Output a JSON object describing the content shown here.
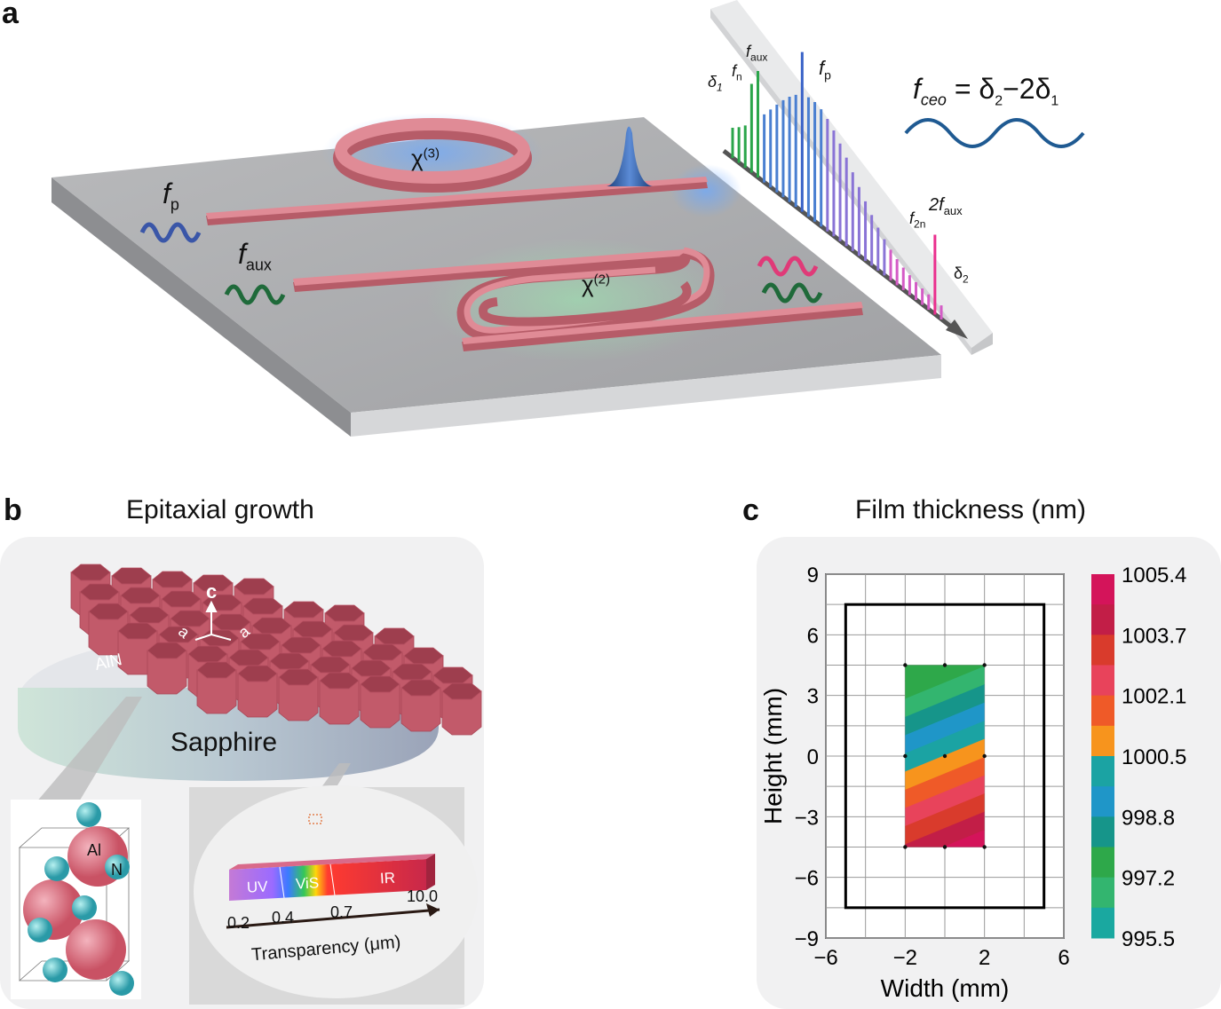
{
  "panel_a": {
    "letter": "a",
    "labels": {
      "fp_in": "f",
      "fp_in_sub": "p",
      "faux_in": "f",
      "faux_in_sub": "aux",
      "chi3": "χ",
      "chi3_sup": "(3)",
      "chi2": "χ",
      "chi2_sup": "(2)",
      "fceo": "f",
      "fceo_sub": "ceo",
      "fceo_eq": "= δ",
      "fceo_eq_sub1": "2",
      "fceo_minus": "−2δ",
      "fceo_eq_sub2": "1",
      "delta1": "δ",
      "delta1_sub": "1",
      "fn": "f",
      "fn_sub": "n",
      "faux_spec": "f",
      "faux_spec_sub": "aux",
      "fp_spec": "f",
      "fp_spec_sub": "p",
      "f2n": "f",
      "f2n_sub": "2n",
      "two_faux": "2f",
      "two_faux_sub": "aux",
      "delta2": "δ",
      "delta2_sub": "2"
    }
  },
  "panel_b": {
    "letter": "b",
    "title": "Epitaxial growth",
    "aln": "AlN",
    "sapphire": "Sapphire",
    "axis_c": "c",
    "axis_a1": "a",
    "axis_a2": "a",
    "atom_al": "Al",
    "atom_n": "N",
    "bands": [
      "UV",
      "ViS",
      "IR"
    ],
    "ticks": [
      "0.2",
      "0.4",
      "0.7",
      "10.0"
    ],
    "transparency": "Transparency (μm)"
  },
  "panel_c": {
    "letter": "c",
    "title": "Film thickness (nm)"
  },
  "chart_data": {
    "type": "heatmap",
    "title": "Film thickness (nm)",
    "xlabel": "Width (mm)",
    "ylabel": "Height (mm)",
    "xlim": [
      -6,
      6
    ],
    "ylim": [
      -9,
      9
    ],
    "xticks": [
      "−6",
      "−2",
      "2",
      "6"
    ],
    "yticks": [
      "9",
      "6",
      "3",
      "0",
      "−3",
      "−6",
      "−9"
    ],
    "colorbar_ticks": [
      "1005.4",
      "1003.7",
      "1002.1",
      "1000.5",
      "998.8",
      "997.2",
      "995.5"
    ],
    "colorbar_colors": [
      "#d4145a",
      "#c21e47",
      "#d93b2c",
      "#e8435b",
      "#ef5a28",
      "#f7941d",
      "#1ba3a3",
      "#1f96c8",
      "#16958a",
      "#2ea84a",
      "#33b56f",
      "#1aa8a0"
    ],
    "measured_region": {
      "x": [
        -2,
        2
      ],
      "y": [
        -4.5,
        4.5
      ]
    },
    "frame": {
      "x": [
        -5,
        5
      ],
      "y": [
        -7.5,
        7.5
      ]
    },
    "sample_points": [
      [
        -2,
        4.5
      ],
      [
        0,
        4.5
      ],
      [
        2,
        4.5
      ],
      [
        -2,
        0
      ],
      [
        0,
        0
      ],
      [
        2,
        0
      ],
      [
        -2,
        -4.5
      ],
      [
        0,
        -4.5
      ],
      [
        2,
        -4.5
      ]
    ]
  }
}
